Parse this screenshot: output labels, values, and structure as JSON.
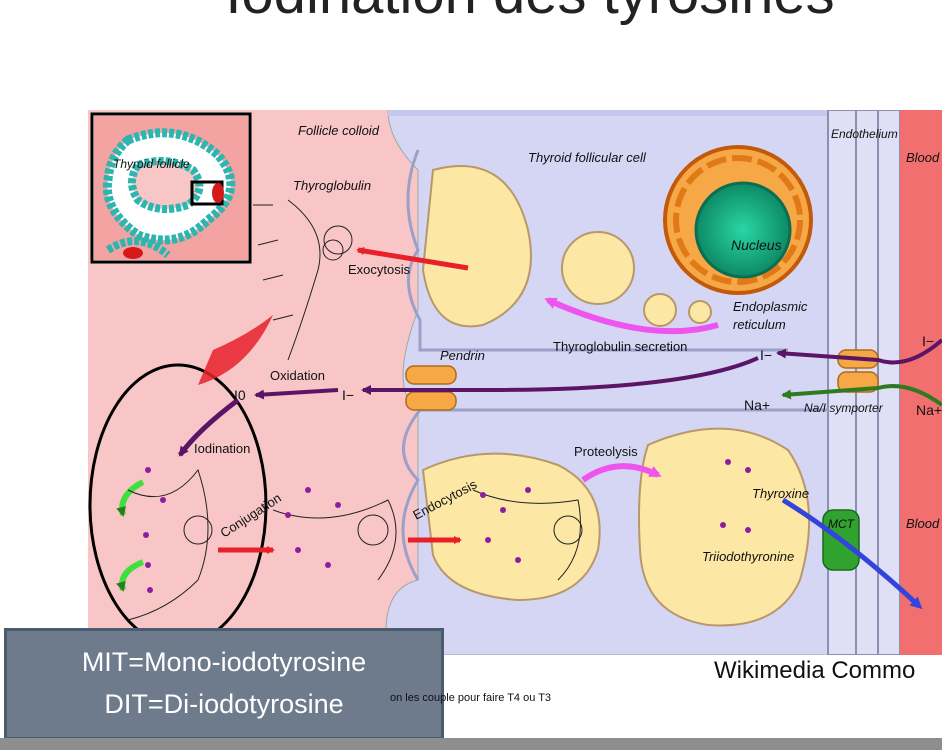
{
  "slide": {
    "title": "Iodination des tyrosines",
    "legend": {
      "line1": "MIT=Mono-iodotyrosine",
      "line2": "DIT=Di-iodotyrosine"
    },
    "note": "on les couple pour faire T4 ou T3",
    "credit": "Wikimedia Commo"
  },
  "diagram": {
    "labels": {
      "follicle_colloid": "Follicle colloid",
      "thyroid_follicle": "Thyroid follicle",
      "thyroglobulin": "Thyroglobulin",
      "exocytosis": "Exocytosis",
      "thyroid_follicular_cell": "Thyroid follicular cell",
      "endothelium": "Endothelium",
      "blood_top": "Blood",
      "nucleus": "Nucleus",
      "endoplasmic": "Endoplasmic",
      "reticulum": "reticulum",
      "thyroglobulin_secretion": "Thyroglobulin secretion",
      "pendrin": "Pendrin",
      "oxidation": "Oxidation",
      "i0": "I0",
      "i_minus_left": "I−",
      "i_minus_mid": "I−",
      "i_minus_right": "I−",
      "na_left": "Na+",
      "na_right": "Na+",
      "nai_symporter": "Na/I symporter",
      "iodination": "Iodination",
      "conjugation": "Conjugation",
      "endocytosis": "Endocytosis",
      "proteolysis": "Proteolysis",
      "thyroxine": "Thyroxine",
      "triiodothyronine": "Triiodothyronine",
      "mct": "MCT",
      "blood_bottom": "Blood"
    },
    "colors": {
      "colloid": "#f8c6c6",
      "cell": "#d4d6f4",
      "vesicle": "#fde7a4",
      "blood": "#f26f6f",
      "iodide_arrow": "#5b1466",
      "sodium_arrow": "#2e7a1f",
      "red_arrow": "#e8202a",
      "magenta_arrow": "#ee55ee",
      "blue_arrow": "#3344dd",
      "channel": "#f5a845",
      "mct": "#2fa22f",
      "nucleus": "#1bb38a",
      "iodine_atom": "#8b1fa0"
    }
  }
}
